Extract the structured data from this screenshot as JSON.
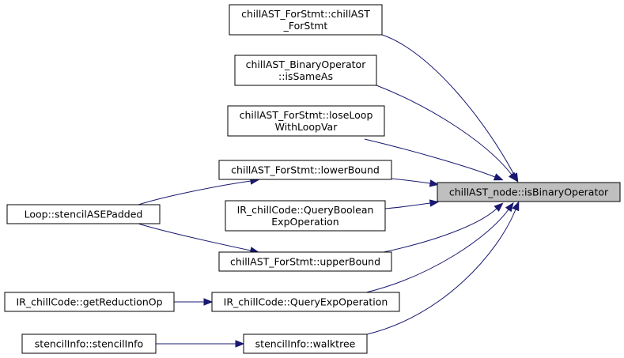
{
  "diagram": {
    "type": "call-graph",
    "focus_node": "chillAST_node::isBinaryOperator",
    "nodes": {
      "isBinaryOperator": [
        "chillAST_node::isBinaryOperator"
      ],
      "forStmtCtor": [
        "chillAST_ForStmt::chillAST",
        "_ForStmt"
      ],
      "isSameAs": [
        "chillAST_BinaryOperator",
        "::isSameAs"
      ],
      "loseLoop": [
        "chillAST_ForStmt::loseLoop",
        "WithLoopVar"
      ],
      "lowerBound": [
        "chillAST_ForStmt::lowerBound"
      ],
      "queryBoolean": [
        "IR_chillCode::QueryBoolean",
        "ExpOperation"
      ],
      "upperBound": [
        "chillAST_ForStmt::upperBound"
      ],
      "queryExp": [
        "IR_chillCode::QueryExpOperation"
      ],
      "walktree": [
        "stencilInfo::walktree"
      ],
      "stencilASEPadded": [
        "Loop::stencilASEPadded"
      ],
      "getReductionOp": [
        "IR_chillCode::getReductionOp"
      ],
      "stencilInfoCtor": [
        "stencilInfo::stencilInfo"
      ]
    },
    "edges": [
      {
        "from": "forStmtCtor",
        "to": "isBinaryOperator"
      },
      {
        "from": "isSameAs",
        "to": "isBinaryOperator"
      },
      {
        "from": "loseLoop",
        "to": "isBinaryOperator"
      },
      {
        "from": "lowerBound",
        "to": "isBinaryOperator"
      },
      {
        "from": "queryBoolean",
        "to": "isBinaryOperator"
      },
      {
        "from": "upperBound",
        "to": "isBinaryOperator"
      },
      {
        "from": "queryExp",
        "to": "isBinaryOperator"
      },
      {
        "from": "walktree",
        "to": "isBinaryOperator"
      },
      {
        "from": "stencilASEPadded",
        "to": "lowerBound"
      },
      {
        "from": "stencilASEPadded",
        "to": "upperBound"
      },
      {
        "from": "getReductionOp",
        "to": "queryExp"
      },
      {
        "from": "stencilInfoCtor",
        "to": "walktree"
      }
    ],
    "colors": {
      "edge": "#191970",
      "focus_fill": "#bfbfbf",
      "node_fill": "#ffffff",
      "node_border": "#000000"
    }
  }
}
